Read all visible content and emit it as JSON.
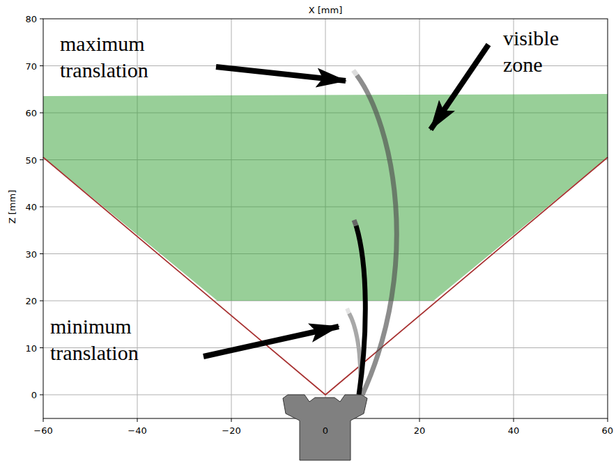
{
  "diagram": {
    "labels": [
      "X [mm]",
      "Z [mm]",
      "−60",
      "−40",
      "−20",
      "0",
      "20",
      "40",
      "60",
      "0",
      "10",
      "20",
      "30",
      "40",
      "50",
      "60",
      "70",
      "80",
      "maximum translation",
      "visible zone",
      "minimum translation"
    ]
  }
}
